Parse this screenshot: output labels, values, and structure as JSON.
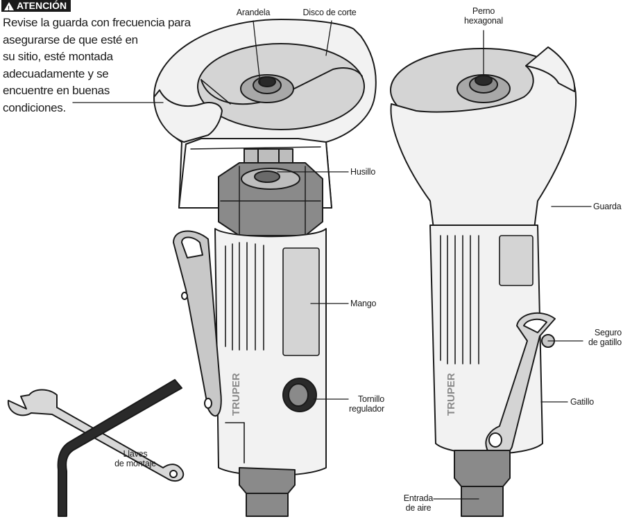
{
  "warning": {
    "title": "ATENCIÓN",
    "lines": [
      "Revise la guarda con frecuencia para",
      "asegurarse de que esté en",
      "su sitio, esté montada",
      "adecuadamente y se",
      "encuentre en buenas",
      "condiciones."
    ]
  },
  "labels": {
    "arandela": "Arandela",
    "disco": "Disco de corte",
    "perno_1": "Perno",
    "perno_2": "hexagonal",
    "husillo": "Husillo",
    "guarda": "Guarda",
    "mango": "Mango",
    "seguro_1": "Seguro",
    "seguro_2": "de gatillo",
    "gatillo": "Gatillo",
    "tornillo_1": "Tornillo",
    "tornillo_2": "regulador",
    "llaves_1": "Llaves",
    "llaves_2": "de montaje",
    "entrada_1": "Entrada",
    "entrada_2": "de aire"
  },
  "brand": "TRUPER",
  "colors": {
    "outline": "#1a1a1a",
    "body": "#f2f2f2",
    "shade": "#d4d4d4",
    "dark": "#8a8a8a",
    "metal": "#a8a8a8"
  }
}
